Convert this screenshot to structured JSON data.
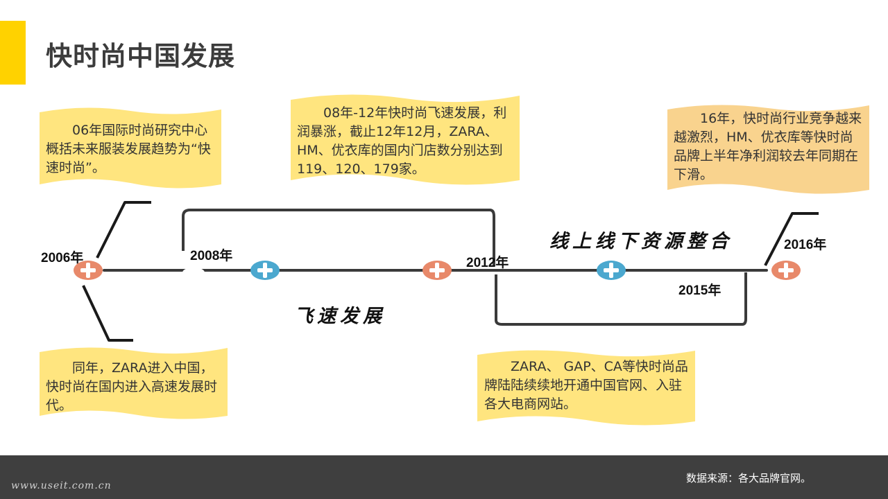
{
  "title": "快时尚中国发展",
  "notes": {
    "n2006a": "06年国际时尚研究中心概括未来服装发展趋势为“快速时尚”。",
    "n2006b": "同年，ZARA进入中国，快时尚在国内进入高速发展时代。",
    "n0812": "08年-12年快时尚飞速发展，利润暴涨，截止12年12月，ZARA、HM、优衣库的国内门店数分别达到119、120、179家。",
    "n2015": "ZARA、 GAP、CA等快时尚品牌陆陆续续地开通中国官网、入驻各大电商网站。",
    "n2016": "16年，快时尚行业竞争越来越激烈，HM、优衣库等快时尚品牌上半年净利润较去年同期在下滑。"
  },
  "years": {
    "y2006": "2006年",
    "y2008": "2008年",
    "y2012": "2012年",
    "y2015": "2015年",
    "y2016": "2016年"
  },
  "phases": {
    "rapid": "飞速发展",
    "online_offline": "线上线下资源整合"
  },
  "footer": {
    "source": "数据来源：各大品牌官网。",
    "site": "www.useit.com.cn"
  },
  "colors": {
    "accent": "#FFD200",
    "note_fill": "#FFE57F",
    "note_fill_2016": "#F9D38E",
    "node_orange": "#E8896A",
    "node_blue": "#4BA8CF",
    "footer_bg": "#3f3f3f"
  }
}
